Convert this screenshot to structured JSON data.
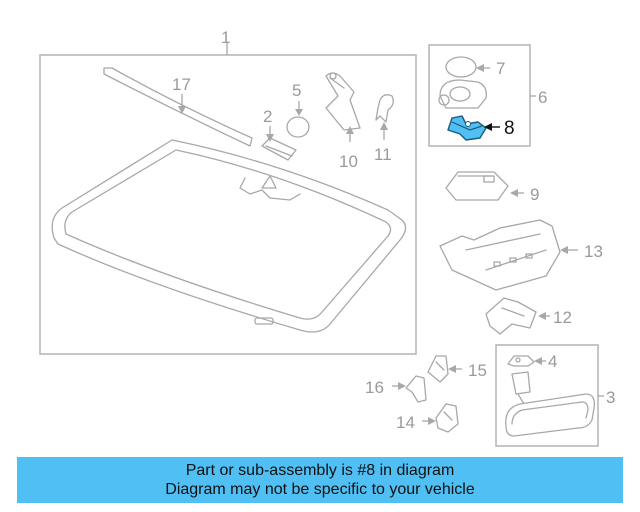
{
  "highlight_color": "#4fbff4",
  "callouts": {
    "c1": "1",
    "c2": "2",
    "c3": "3",
    "c4": "4",
    "c5": "5",
    "c6": "6",
    "c7": "7",
    "c8": "8",
    "c9": "9",
    "c10": "10",
    "c11": "11",
    "c12": "12",
    "c13": "13",
    "c14": "14",
    "c15": "15",
    "c16": "16",
    "c17": "17"
  },
  "banner": {
    "line1": "Part or sub-assembly is #8 in diagram",
    "line2": "Diagram may not be specific to your vehicle"
  }
}
